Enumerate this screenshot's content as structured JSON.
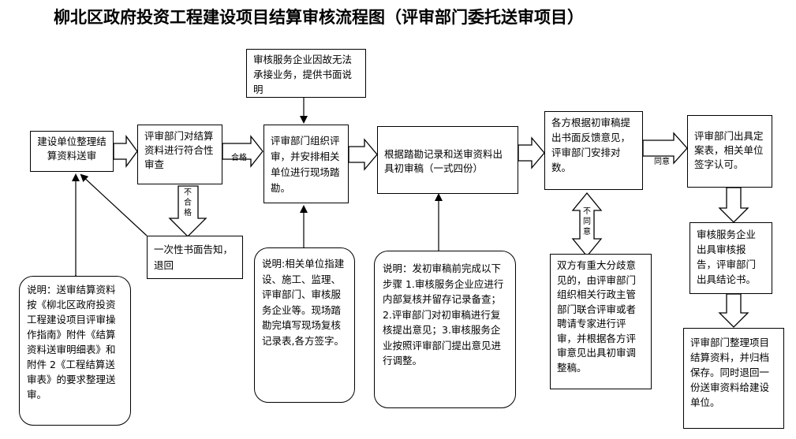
{
  "title": "柳北区政府投资工程建设项目结算审核流程图（评审部门委托送审项目）",
  "boxes": {
    "b1": "建设单位整理结算资料送审",
    "b2": "评审部门对结算资料进行符合性审查",
    "b3": "评审部门组织评审，并安排相关单位进行现场踏勘。",
    "b4": "根据踏勘记录和送审资料出具初审稿（一式四份）",
    "b5": "各方根据初审稿提出书面反馈意见，评审部门安排对数。",
    "b6": "评审部门出具定案表，相关单位签字认可。",
    "top_note": "审核服务企业因故无法承接业务，提供书面说明",
    "reject": "一次性书面告知，退回",
    "dispute": "双方有重大分歧意见的，由评审部门组织相关行政主管部门联合评审或者聘请专家进行评审，并根据各方评审意见出具初审调整稿。",
    "r2": "审核服务企业出具审核报告，评审部门出具结论书。",
    "r3": "评审部门整理项目结算资料，并归档保存。同时退回一份送审资料给建设单位。",
    "n1": "说明：送审结算资料按《柳北区政府投资工程建设项目评审操作指南》附件《结算资料送审明细表》和附件 2《工程结算送审表》的要求整理送审。",
    "n2": "说明:相关单位指建设、施工、监理、评审部门、审核服务企业等。现场踏勘完填写现场复核记录表,各方签字。",
    "n3": "说明：发初审稿前完成以下步骤 1.审核服务企业应进行内部复核并留存记录备查；2.评审部门对初审稿进行复核提出意见；3.审核服务企业按照评审部门提出意见进行调整。"
  },
  "labels": {
    "pass": "合格",
    "fail": "不合格",
    "disagree": "不同意",
    "agree": "同意"
  }
}
